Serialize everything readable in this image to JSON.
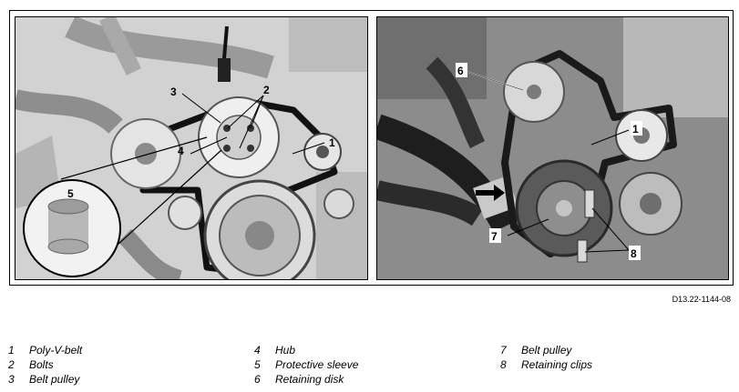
{
  "figure_id": "D13.22-1144-08",
  "callouts_left": [
    "1",
    "2",
    "3",
    "4",
    "5"
  ],
  "callouts_right": [
    "1",
    "6",
    "7",
    "8"
  ],
  "legend": [
    [
      {
        "num": "1",
        "text": "Poly-V-belt"
      },
      {
        "num": "2",
        "text": "Bolts"
      },
      {
        "num": "3",
        "text": "Belt pulley"
      }
    ],
    [
      {
        "num": "4",
        "text": "Hub"
      },
      {
        "num": "5",
        "text": "Protective sleeve"
      },
      {
        "num": "6",
        "text": "Retaining disk"
      }
    ],
    [
      {
        "num": "7",
        "text": "Belt pulley"
      },
      {
        "num": "8",
        "text": "Retaining clips"
      }
    ]
  ]
}
